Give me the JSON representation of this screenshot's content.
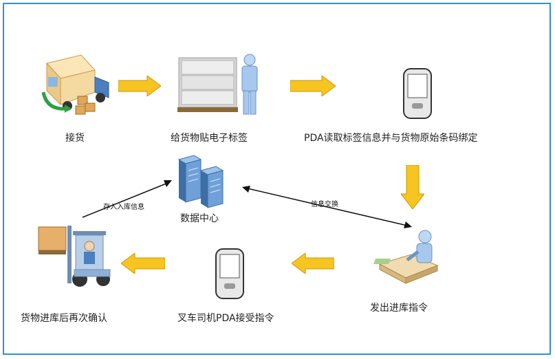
{
  "steps": {
    "receive": "接货",
    "tag": "给货物贴电子标签",
    "pda_bind": "PDA读取标签信息并与货物原始条码绑定",
    "issue": "发出进库指令",
    "forklift_pda": "叉车司机PDA接受指令",
    "confirm": "货物进库后再次确认"
  },
  "center": {
    "label": "数据中心"
  },
  "edges": {
    "store_info": "存入入库信息",
    "exchange": "信息交换"
  },
  "colors": {
    "border": "#2f8fd8",
    "arrow_fill": "#f7c520",
    "arrow_stroke": "#c9950a"
  },
  "icons": [
    "truck-icon",
    "pallet-icon",
    "worker-icon",
    "pda-icon",
    "server-icon",
    "desk-worker-icon",
    "forklift-icon"
  ]
}
